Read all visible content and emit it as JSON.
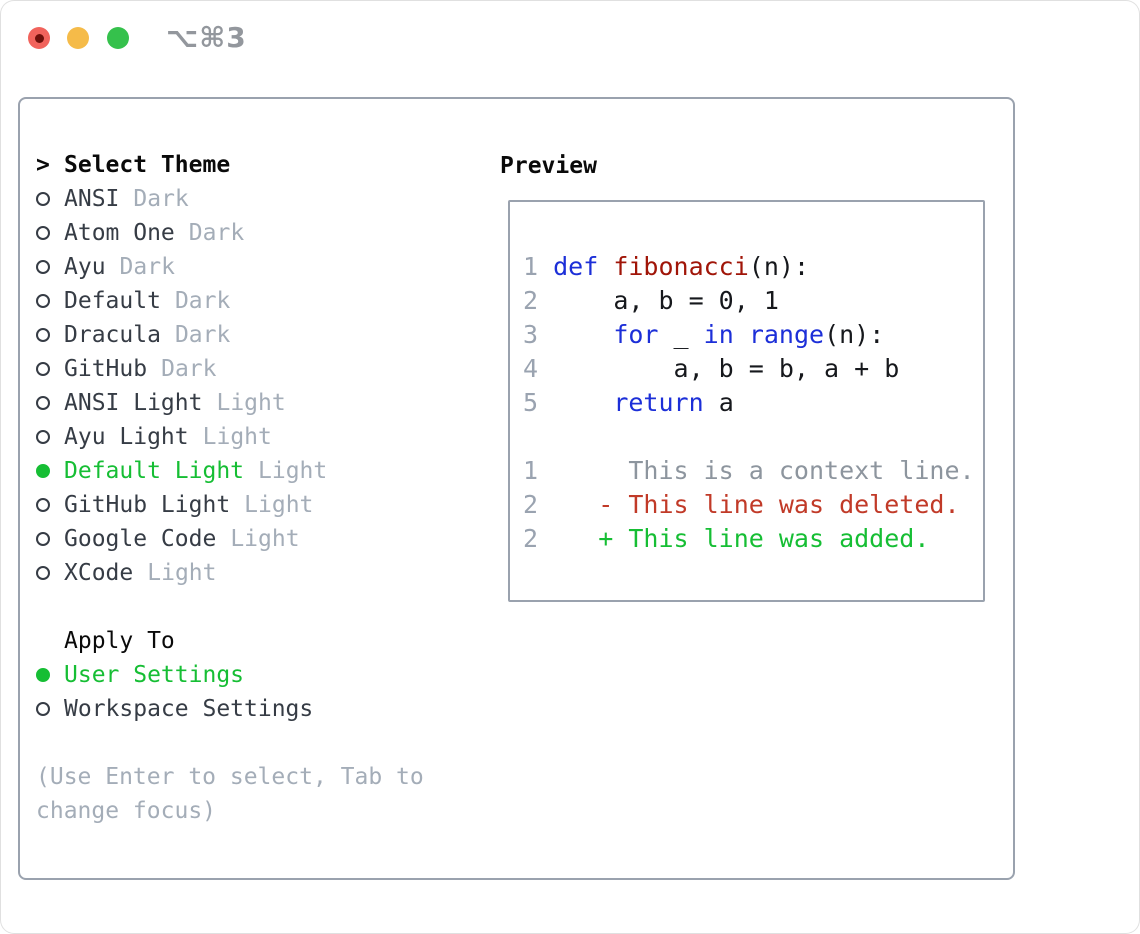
{
  "window": {
    "title": "⌥⌘3"
  },
  "traffic_lights": [
    {
      "name": "close",
      "color": "#f1635c",
      "has_inner_dot": true
    },
    {
      "name": "minimize",
      "color": "#f5bb49",
      "has_inner_dot": false
    },
    {
      "name": "zoom",
      "color": "#35c14c",
      "has_inner_dot": false
    }
  ],
  "theme_panel": {
    "header_prefix": ">",
    "header": "Select Theme",
    "items": [
      {
        "name": "ANSI",
        "tag": "Dark",
        "selected": false
      },
      {
        "name": "Atom One",
        "tag": "Dark",
        "selected": false
      },
      {
        "name": "Ayu",
        "tag": "Dark",
        "selected": false
      },
      {
        "name": "Default",
        "tag": "Dark",
        "selected": false
      },
      {
        "name": "Dracula",
        "tag": "Dark",
        "selected": false
      },
      {
        "name": "GitHub",
        "tag": "Dark",
        "selected": false
      },
      {
        "name": "ANSI Light",
        "tag": "Light",
        "selected": false
      },
      {
        "name": "Ayu Light",
        "tag": "Light",
        "selected": false
      },
      {
        "name": "Default Light",
        "tag": "Light",
        "selected": true
      },
      {
        "name": "GitHub Light",
        "tag": "Light",
        "selected": false
      },
      {
        "name": "Google Code",
        "tag": "Light",
        "selected": false
      },
      {
        "name": "XCode",
        "tag": "Light",
        "selected": false
      }
    ],
    "apply_to": {
      "header": "Apply To",
      "options": [
        {
          "name": "User Settings",
          "selected": true
        },
        {
          "name": "Workspace Settings",
          "selected": false
        }
      ]
    },
    "help_text": "(Use Enter to select, Tab to change focus)"
  },
  "preview": {
    "header": "Preview",
    "code_lines": [
      [
        {
          "c": "num",
          "t": "1 "
        },
        {
          "c": "kw",
          "t": "def"
        },
        {
          "c": "plain",
          "t": " "
        },
        {
          "c": "fn",
          "t": "fibonacci"
        },
        {
          "c": "plain",
          "t": "(n):"
        }
      ],
      [
        {
          "c": "num",
          "t": "2 "
        },
        {
          "c": "plain",
          "t": "    a, b = 0, 1"
        }
      ],
      [
        {
          "c": "num",
          "t": "3 "
        },
        {
          "c": "plain",
          "t": "    "
        },
        {
          "c": "kw",
          "t": "for"
        },
        {
          "c": "plain",
          "t": " _ "
        },
        {
          "c": "kw",
          "t": "in"
        },
        {
          "c": "plain",
          "t": " "
        },
        {
          "c": "kw",
          "t": "range"
        },
        {
          "c": "plain",
          "t": "(n):"
        }
      ],
      [
        {
          "c": "num",
          "t": "4 "
        },
        {
          "c": "plain",
          "t": "        a, b = b, a + b"
        }
      ],
      [
        {
          "c": "num",
          "t": "5 "
        },
        {
          "c": "plain",
          "t": "    "
        },
        {
          "c": "kw",
          "t": "return"
        },
        {
          "c": "plain",
          "t": " a"
        }
      ],
      [],
      [
        {
          "c": "num",
          "t": "1 "
        },
        {
          "c": "ctx",
          "t": "     This is a context line."
        }
      ],
      [
        {
          "c": "num",
          "t": "2 "
        },
        {
          "c": "del",
          "t": "   - This line was deleted."
        }
      ],
      [
        {
          "c": "num",
          "t": "2 "
        },
        {
          "c": "add",
          "t": "   + This line was added."
        }
      ]
    ]
  },
  "colors": {
    "accent_green": "#16be34",
    "keyword_blue": "#1c2fd8",
    "function_red": "#a01508",
    "diff_deleted_red": "#c13a28",
    "diff_added_green": "#16be34",
    "context_gray": "#8d959e",
    "line_number_gray": "#9aa3b0",
    "muted_gray": "#a4adb8",
    "text_dark": "#363c45",
    "border_gray": "#9aa2ae"
  }
}
